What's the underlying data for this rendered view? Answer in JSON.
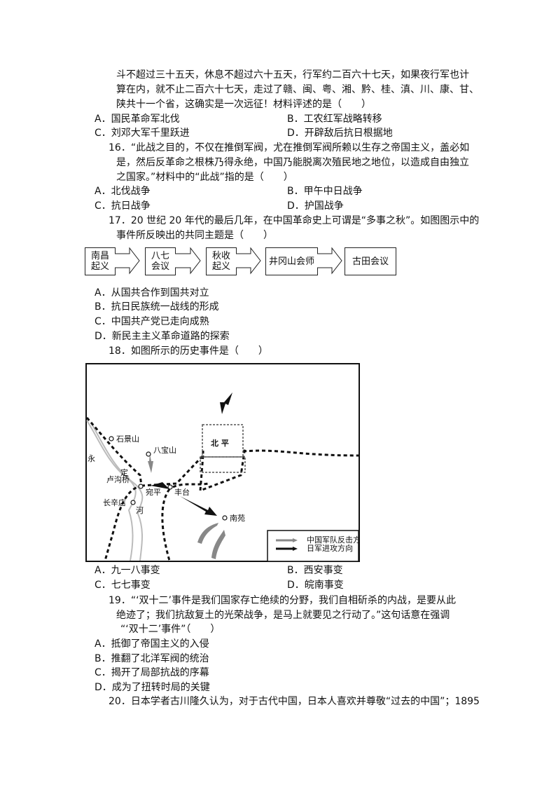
{
  "q15": {
    "lines": [
      "斗不超过三十五天，休息不超过六十五天，行军约二百六十七天，如果夜行军也计",
      "算在内，就不止二百六十七天，走过了赣、闽、粤、湘、黔、桂、滇、川、康、甘、",
      "陕共十一个省，这确实是一次远征！材料评述的是（　　）"
    ],
    "options": [
      "A．国民革命军北伐",
      "B．工农红军战略转移",
      "C．刘邓大军千里跃进",
      "D．开辟敌后抗日根据地"
    ]
  },
  "q16": {
    "lines": [
      "16．“此战之目的，不仅在推倒军阀，尤在推倒军阀所赖以生存之帝国主义，盖必如",
      "是，然后反革命之根株乃得永绝，中国乃能脱离次殖民地之地位，以造成自由独立",
      "之国家。”材料中的“此战”指的是（　　）"
    ],
    "options": [
      "A．北伐战争",
      "B．甲午中日战争",
      "C．抗日战争",
      "D．护国战争"
    ]
  },
  "q17": {
    "lines": [
      "17．20 世纪 20 年代的最后几年，在中国革命史上可谓是“多事之秋”。如图图示中的",
      "事件所反映出的共同主题是（　　）"
    ],
    "flow": [
      "南昌\n起义",
      "八七\n会议",
      "秋收\n起义",
      "井冈山会师",
      "古田会议"
    ],
    "options": [
      "A．从国共合作到国共对立",
      "B．抗日民族统一战线的形成",
      "C．中国共产党已走向成熟",
      "D．新民主主义革命道路的探索"
    ]
  },
  "q18": {
    "lines": [
      "18．如图所示的历史事件是（　　）"
    ],
    "map": {
      "city": "北 平",
      "places": [
        "石景山",
        "八宝山",
        "永",
        "定",
        "卢沟桥",
        "宛平",
        "丰台",
        "长辛店",
        "河",
        "南苑"
      ],
      "legend": [
        "中国军队反击方向",
        "日军进攻方向"
      ]
    },
    "options": [
      "A．九一八事变",
      "B．西安事变",
      "C．七七事变",
      "D．皖南事变"
    ]
  },
  "q19": {
    "lines": [
      "19．“‘双十二’事件是我们国家存亡绝续的分野，我们自相斫杀的内战，是要从此",
      "绝迹了；我们抗敌复土的光荣战争，是马上就要见之行动了。”这句话意在强调",
      "“‘双十二’事件”（　　）"
    ],
    "options": [
      "A．抵御了帝国主义的入侵",
      "B．推翻了北洋军阀的统治",
      "C．揭开了局部抗战的序幕",
      "D．成为了扭转时局的关键"
    ]
  },
  "q20": {
    "lines": [
      "20．日本学者古川隆久认为，对于古代中国，日本人喜欢并尊敬“过去的中国”；1895"
    ]
  }
}
